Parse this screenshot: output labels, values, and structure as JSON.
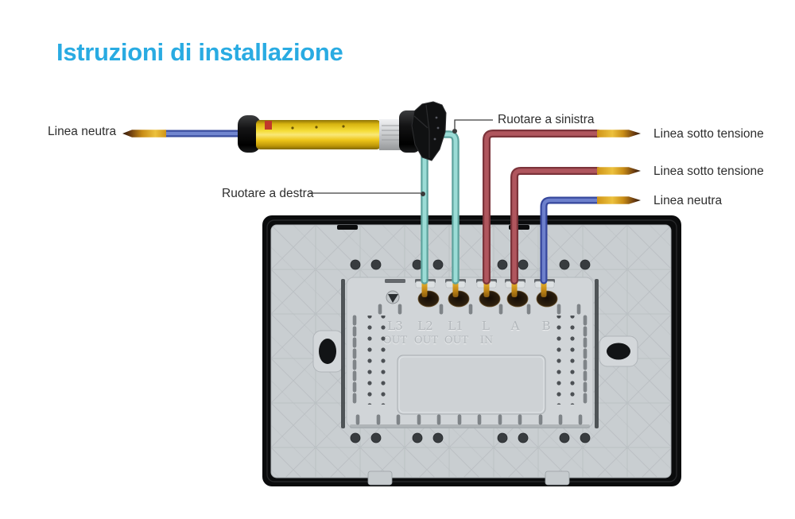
{
  "title": "Istruzioni di installazione",
  "callouts": {
    "neutral_left": "Linea neutra",
    "rotate_right": "Ruotare a destra",
    "rotate_left": "Ruotare a sinistra",
    "live_top": "Linea sotto tensione",
    "live_mid": "Linea sotto tensione",
    "neutral_right": "Linea neutra"
  },
  "switch_back": {
    "terminals": [
      {
        "label": "L3",
        "sub": "OUT",
        "wire": "none"
      },
      {
        "label": "L2",
        "sub": "OUT",
        "wire": "teal"
      },
      {
        "label": "L1",
        "sub": "OUT",
        "wire": "teal"
      },
      {
        "label": "L",
        "sub": "IN",
        "wire": "red"
      },
      {
        "label": "A",
        "sub": "",
        "wire": "red"
      },
      {
        "label": "B",
        "sub": "",
        "wire": "blue"
      }
    ]
  },
  "colors": {
    "accent": "#29abe2",
    "wire_teal": "#9bdcd6",
    "wire_red": "#a04a52",
    "wire_blue": "#5266bb",
    "copper": "#d3941b",
    "motor_yellow": "#f3d829",
    "panel_gray": "#c9ced1",
    "frame_black": "#0b0c0d"
  }
}
